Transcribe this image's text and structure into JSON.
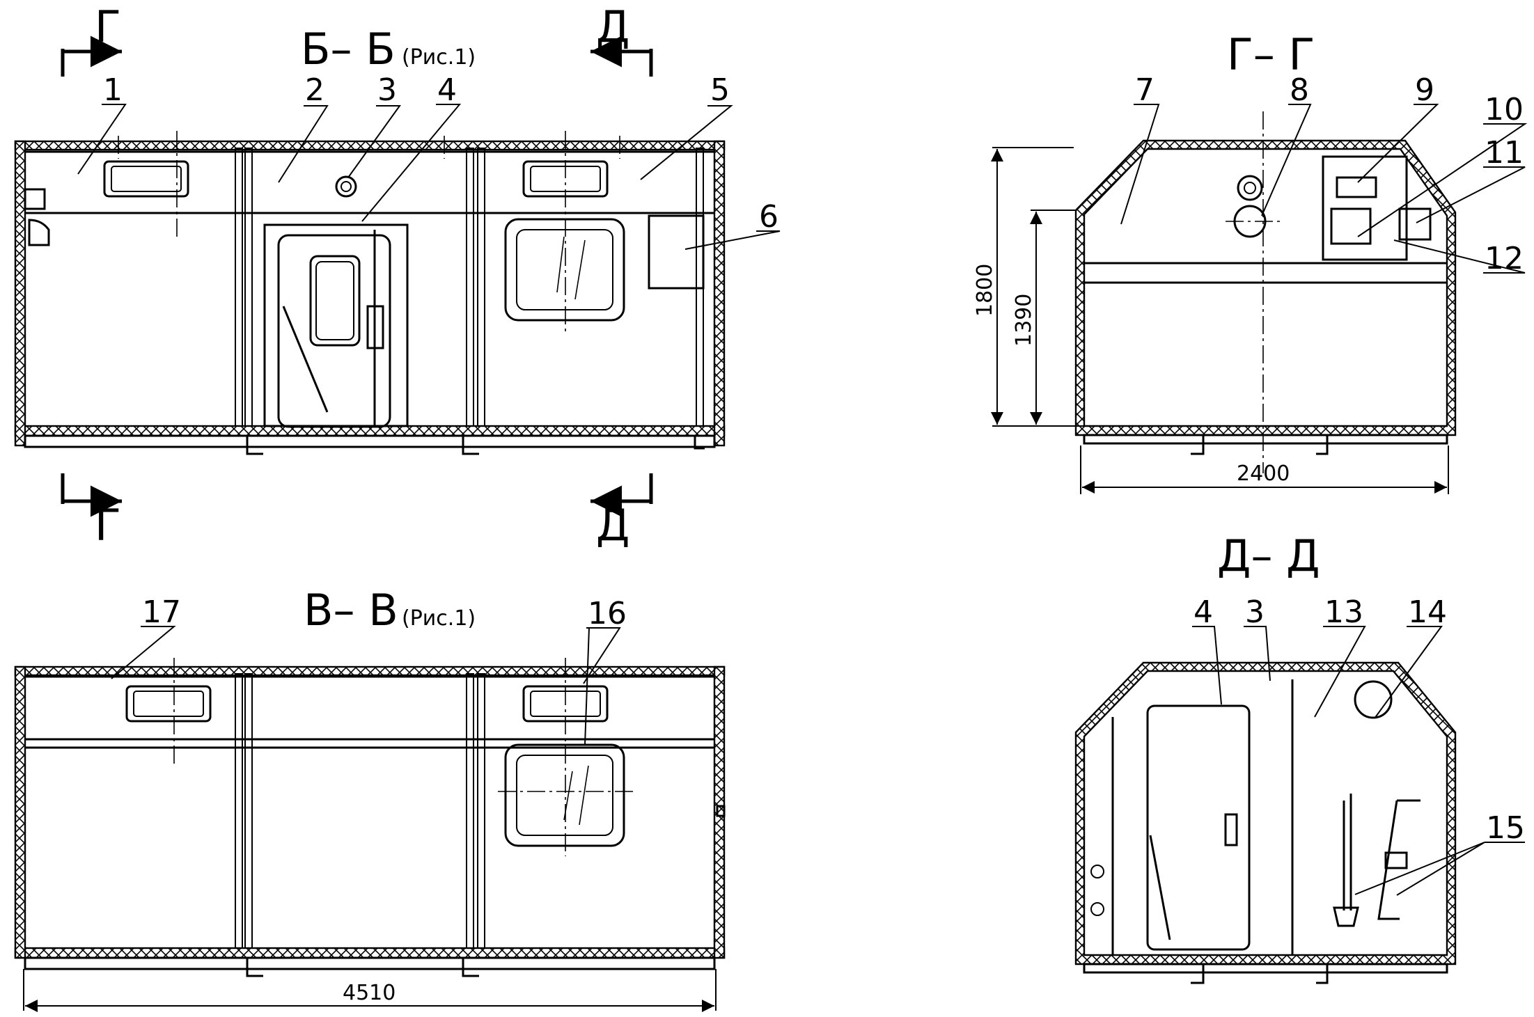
{
  "sections": {
    "bb": {
      "title": "Б– Б",
      "ref": "(Рис.1)"
    },
    "vv": {
      "title": "В– В",
      "ref": "(Рис.1)"
    },
    "gg": {
      "title": "Г– Г"
    },
    "dd": {
      "title": "Д– Д"
    }
  },
  "cut_marks": {
    "g_top": "Г",
    "g_bottom": "Г",
    "d_top": "Д",
    "d_bottom": "Д"
  },
  "callouts": {
    "c1": "1",
    "c2": "2",
    "c3": "3",
    "c4": "4",
    "c5": "5",
    "c6": "6",
    "c7": "7",
    "c8": "8",
    "c9": "9",
    "c10": "10",
    "c11": "11",
    "c12": "12",
    "c13": "13",
    "c14": "14",
    "c15": "15",
    "c16": "16",
    "c17": "17",
    "dd_c3": "3",
    "dd_c4": "4"
  },
  "dimensions": {
    "height_total": "1800",
    "height_wall": "1390",
    "width": "2400",
    "length": "4510"
  }
}
